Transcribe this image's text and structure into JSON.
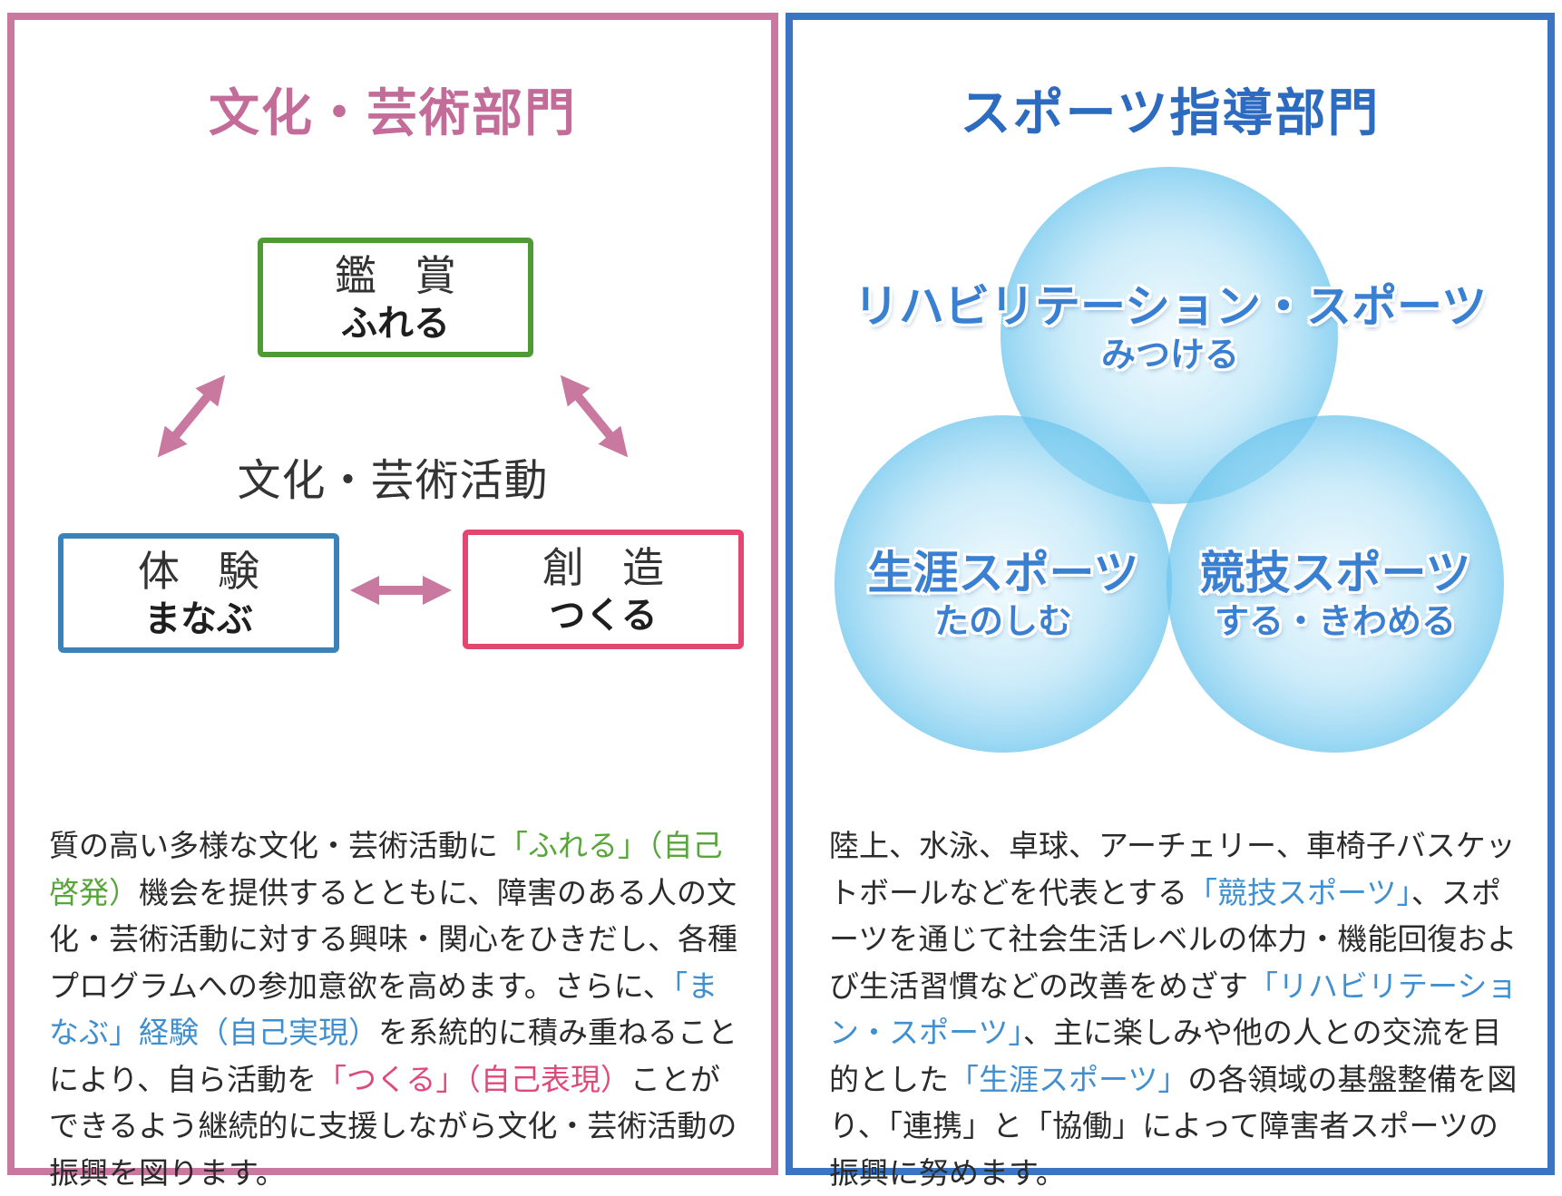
{
  "left_panel": {
    "title": "文化・芸術部門",
    "center_label": "文化・芸術活動",
    "boxes": {
      "kansho": {
        "main": "鑑賞",
        "sub": "ふれる"
      },
      "taiken": {
        "main": "体験",
        "sub": "まなぶ"
      },
      "sozo": {
        "main": "創造",
        "sub": "つくる"
      }
    },
    "description": [
      "質の高い多様な文化・芸術活動に",
      "「ふれる」（自己啓発）",
      "機会を提供するとともに、障害のある人の文化・芸術活動に対する興味・関心をひきだし、各種プログラムへの参加意欲を高めます。さらに、",
      "「まなぶ」経験（自己実現）",
      "を系統的に積み重ねることにより、自ら活動を",
      "「つくる」（自己表現）",
      "ことができるよう継続的に支援しながら文化・芸術活動の振興を図ります。"
    ]
  },
  "right_panel": {
    "title": "スポーツ指導部門",
    "circles": [
      {
        "main": "リハビリテーション・スポーツ",
        "sub": "みつける"
      },
      {
        "main": "生涯スポーツ",
        "sub": "たのしむ"
      },
      {
        "main": "競技スポーツ",
        "sub": "する・きわめる"
      }
    ],
    "description": [
      "陸上、水泳、卓球、アーチェリー、車椅子バスケットボールなどを代表とする",
      "「競技スポーツ」",
      "、スポーツを通じて社会生活レベルの体力・機能回復および生活習慣などの改善をめざす",
      "「リハビリテーション・スポーツ」",
      "、主に楽しみや他の人との交流を目的とした",
      "「生涯スポーツ」",
      "の各領域の基盤整備を図り、「連携」と「協働」によって障害者スポーツの振興に努めます。"
    ]
  },
  "colors": {
    "left_border": "#c9799f",
    "right_border": "#3a74c2",
    "kansho_border": "#4f9a36",
    "taiken_border": "#3b82b8",
    "sozo_border": "#e2476f",
    "arrow": "#c9799f"
  }
}
